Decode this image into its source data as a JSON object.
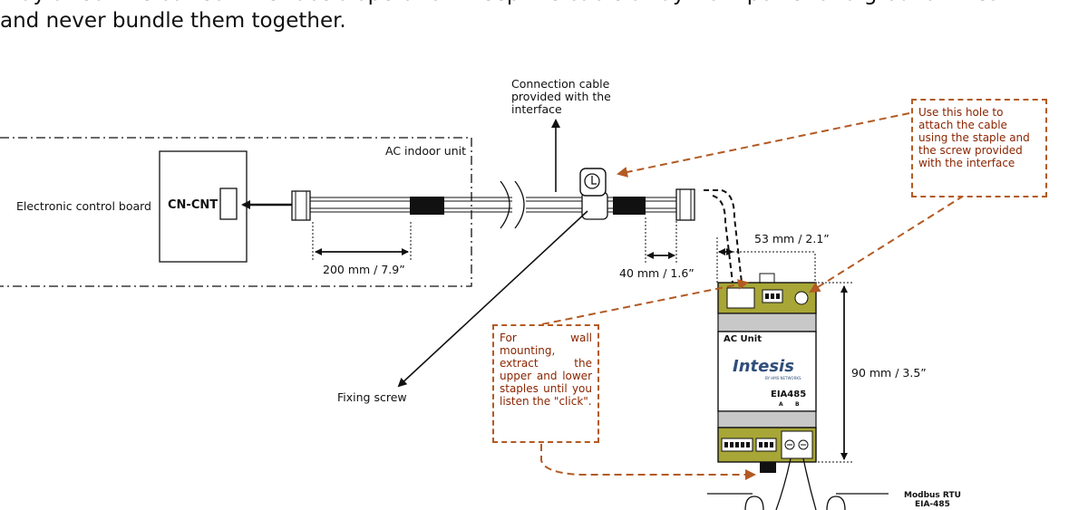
{
  "intro_lines": [
    "may affect the correct interface's operation. Keep the cable away from power and ground wires",
    "and never bundle them together."
  ],
  "labels": {
    "connection_cable": "Connection cable provided with the interface",
    "ac_indoor_unit": "AC indoor unit",
    "electronic_control_board": "Electronic control board",
    "connector": "CN-CNT",
    "dim_200": "200 mm / 7.9”",
    "dim_40": "40 mm / 1.6”",
    "dim_53": "53 mm / 2.1”",
    "dim_90": "90 mm / 3.5”",
    "fixing_screw": "Fixing screw",
    "modbus_line1": "Modbus RTU",
    "modbus_line2": "EIA-485"
  },
  "notes": {
    "hole": "Use this hole to attach the cable using the staple and the screw provided with the interface",
    "wall": "For wall mounting, extract the upper and lower staples until you listen the \"click\"."
  },
  "device": {
    "ac_unit": "AC Unit",
    "brand": "Intesis",
    "brand_sub": "BY HMS NETWORKS",
    "model": "EIA485",
    "port_a": "A",
    "port_b": "B"
  },
  "colors": {
    "device_olive": "#a7a636",
    "note_border": "#b35a23",
    "note_text": "#8b2500",
    "brand_blue": "#2f4e7a"
  }
}
